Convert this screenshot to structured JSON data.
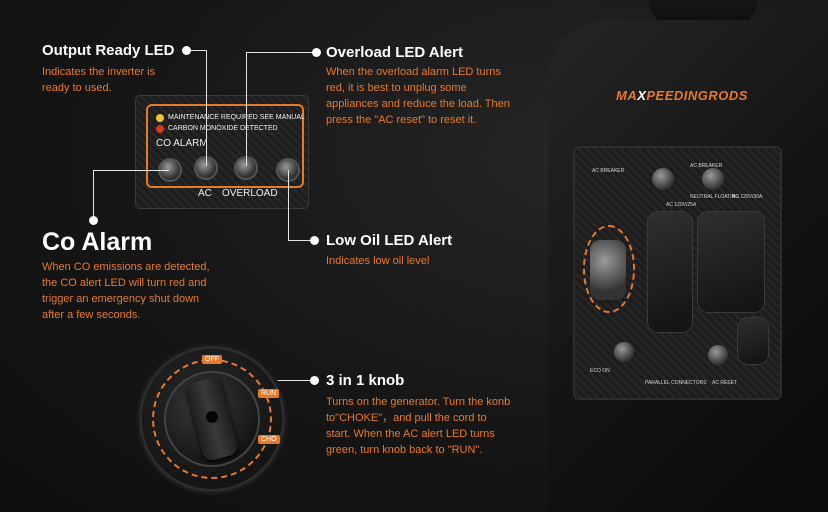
{
  "callouts": {
    "output_ready": {
      "title": "Output Ready LED",
      "desc": "Indicates the inverter is ready to used."
    },
    "overload": {
      "title": "Overload LED Alert",
      "desc": "When the overload alarm LED turns red, it is best to unplug some appliances and reduce the load. Then press the \"AC reset\" to reset it."
    },
    "co_alarm": {
      "title": "Co Alarm",
      "desc": "When CO emissions are detected, the CO alert LED will turn red and trigger an emergency shut down after a few seconds."
    },
    "low_oil": {
      "title": "Low Oil LED Alert",
      "desc": "Indicates low oil level"
    },
    "knob": {
      "title": "3 in 1 knob",
      "desc": "Turns on the generator. Turn the konb to\"CHOKE\"，and pull the cord to start. When the AC alert LED turns green, turn knob back to \"RUN\"."
    }
  },
  "panel": {
    "maintenance": "MAINTENANCE REQUIRED SEE MANUAL",
    "carbon": "CARBON MONOXIDE DETECTED",
    "co_alarm": "CO  ALARM",
    "ac": "AC",
    "overload": "OVERLOAD"
  },
  "knob_labels": {
    "off": "OFF",
    "run": "RUN",
    "choke": "CHO"
  },
  "generator": {
    "brand_a": "MA",
    "brand_x": "X",
    "brand_b": "PEEDINGRODS",
    "ac_breaker": "AC BREAKER",
    "neutral": "NEUTRAL FLOATING",
    "ac120_a": "AC 120V/25A",
    "ac120_b": "AC 120V/30A",
    "ac_reset": "AC RESET",
    "parallel": "PARALLEL CONNECTORS",
    "eco": "ECO ON"
  },
  "colors": {
    "accent": "#e8792a",
    "background": "#141414",
    "title": "#ffffff"
  }
}
